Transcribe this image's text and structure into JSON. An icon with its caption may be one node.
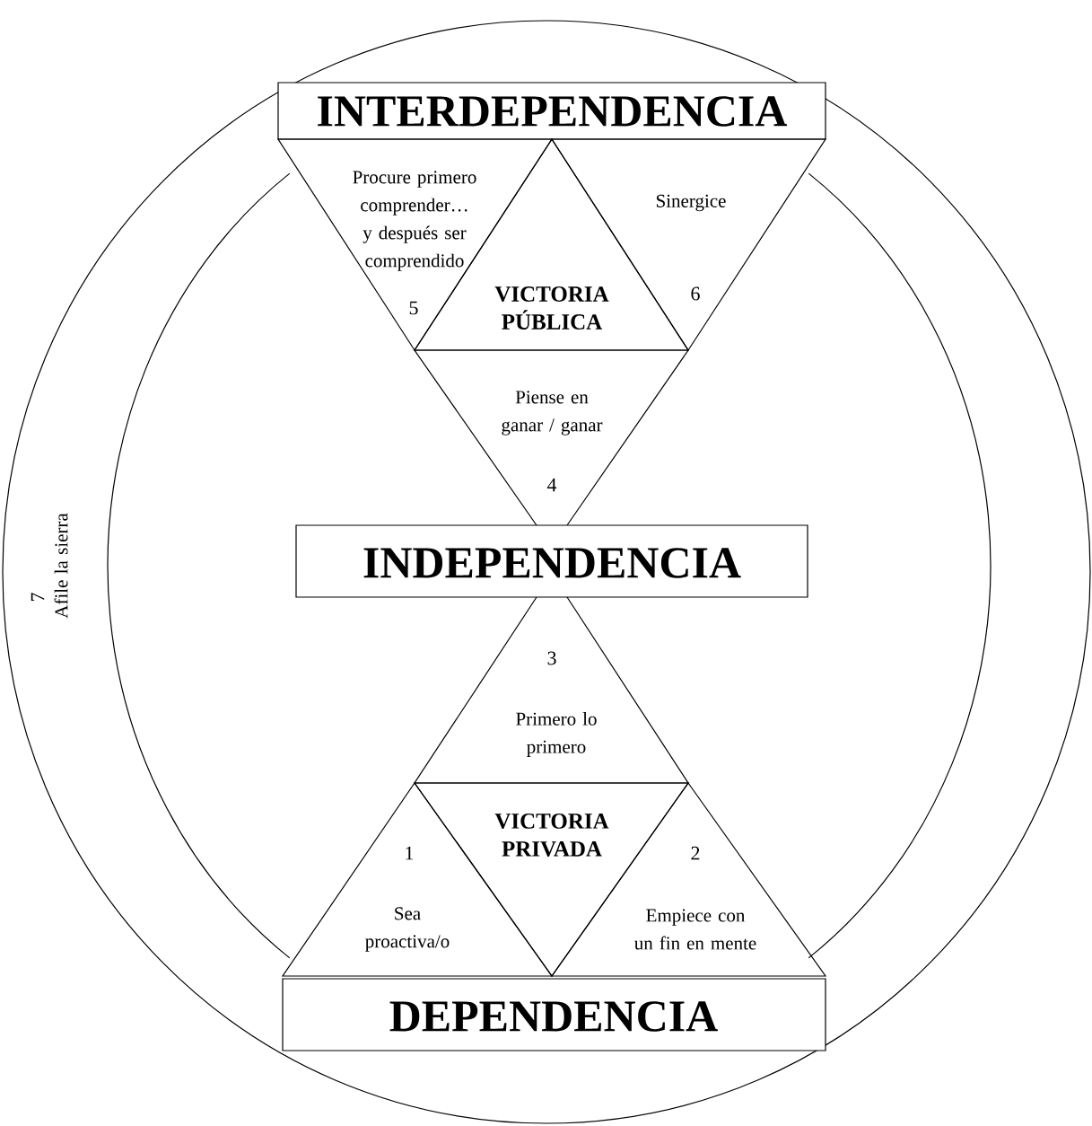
{
  "diagram": {
    "nodes": [
      {
        "text": [
          "7",
          "Afile la sierra"
        ]
      },
      {
        "text": [
          "INTERDEPENDENCIA"
        ],
        "in": 0
      },
      {
        "text": [
          "Procure primero comprender… y después ser comprendido",
          "5"
        ],
        "in": 0
      },
      {
        "text": [
          "VICTORIA PÚBLICA"
        ],
        "in": 0
      },
      {
        "text": [
          "Sinergice",
          "6"
        ],
        "in": 0
      },
      {
        "text": [
          "Piense en ganar / ganar",
          "4"
        ],
        "in": 0
      },
      {
        "text": [
          "INDEPENDENCIA"
        ],
        "in": 0
      },
      {
        "text": [
          "3",
          "Primero lo primero"
        ],
        "in": 0
      },
      {
        "text": [
          "1",
          "Sea proactiva/o"
        ],
        "in": 0
      },
      {
        "text": [
          "VICTORIA PRIVADA"
        ],
        "in": 0
      },
      {
        "text": [
          "2",
          "Empiece con un fin en mente"
        ],
        "in": 0
      },
      {
        "text": [
          "DEPENDENCIA"
        ],
        "in": 0
      }
    ]
  }
}
